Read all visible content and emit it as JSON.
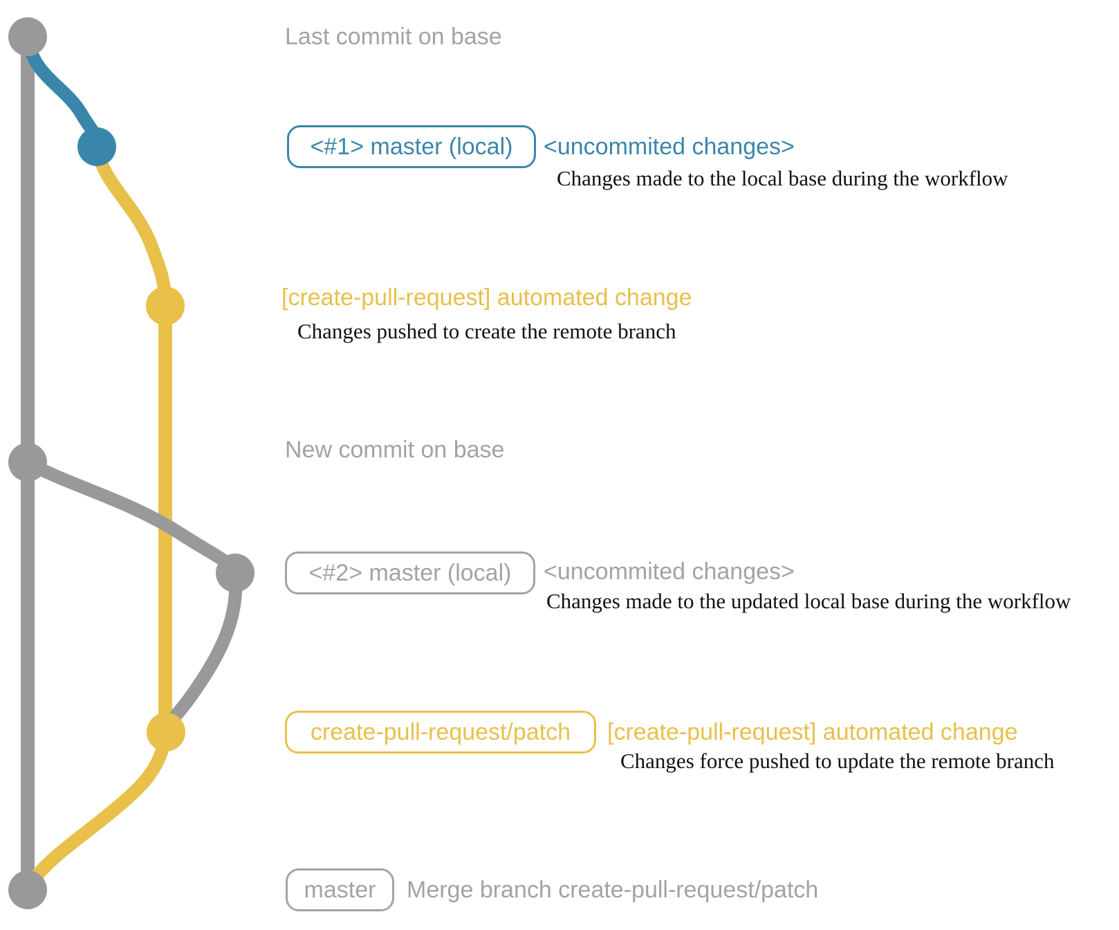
{
  "colors": {
    "gray_line": "#999999",
    "gray_text": "#a3a3a3",
    "blue": "#3a86ab",
    "yellow": "#e8c04a",
    "detail": "#111111"
  },
  "annotations": {
    "last_commit": {
      "heading": "Last commit on base"
    },
    "local1": {
      "box": "<#1> master (local)",
      "heading": "<uncommited changes>",
      "detail": "Changes made to the local base during the workflow"
    },
    "push1": {
      "heading": "[create-pull-request] automated change",
      "detail": "Changes pushed to create the remote branch"
    },
    "new_commit": {
      "heading": "New commit on base"
    },
    "local2": {
      "box": "<#2> master (local)",
      "heading": "<uncommited changes>",
      "detail": "Changes made to the updated local base during the workflow"
    },
    "push2": {
      "box": "create-pull-request/patch",
      "heading": "[create-pull-request] automated change",
      "detail": "Changes force pushed to update the remote branch"
    },
    "merge": {
      "box": "master",
      "heading": "Merge branch create-pull-request/patch"
    }
  }
}
